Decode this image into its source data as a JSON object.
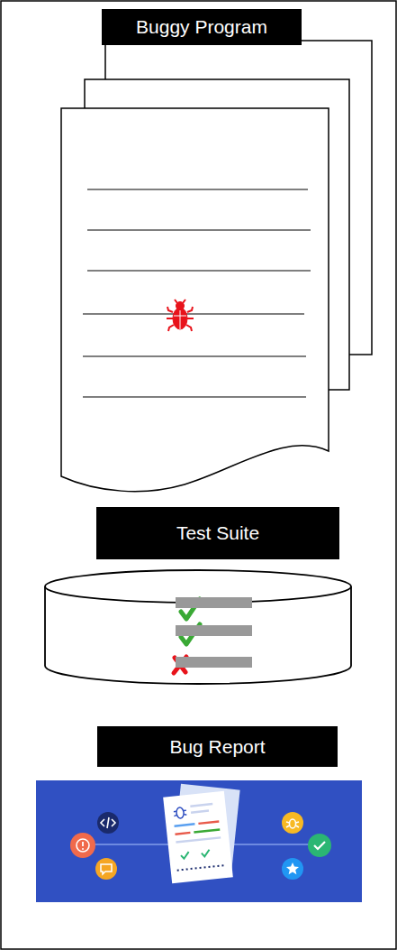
{
  "diagram": {
    "nodes": [
      {
        "text": [
          "Buggy Program"
        ]
      },
      {
        "text": [
          "Test Suite"
        ]
      },
      {
        "text": [
          "Bug Report"
        ]
      }
    ]
  }
}
